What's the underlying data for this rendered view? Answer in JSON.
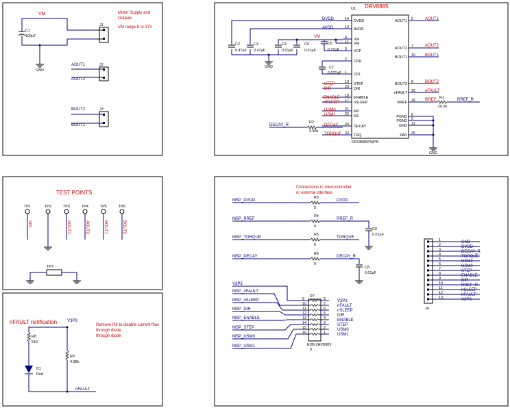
{
  "power": {
    "vm": "VM",
    "note_line1": "Motor Supply and",
    "note_line2": "Outputs",
    "note_line3": "VM range 8 to 37V",
    "c1_ref": "C1",
    "c1_val": "100µF",
    "j1": "J1",
    "j2": "J2",
    "j3": "J3",
    "aout1": "AOUT1",
    "aout2": "AOUT2",
    "bout2": "BOUT2",
    "bout1": "BOUT1",
    "gnd": "GND"
  },
  "driver": {
    "u1": "U1",
    "part": "DRV8885",
    "package": "DRV8885PWPR",
    "dvdd": "DVDD",
    "avdd": "AVDD",
    "vm": "VM",
    "caps": {
      "c2": "C2",
      "c2v": "0.47µF",
      "c3": "C3",
      "c3v": "0.47µF",
      "c4": "C4",
      "c4v": "0.01µF",
      "c5": "C5",
      "c5v": "0.01µF",
      "c6": "C6",
      "c6v": "0.22µF",
      "c7": "C7",
      "c7v": "0.022µF"
    },
    "left_pins": [
      {
        "num": "14",
        "name": "DVDD"
      },
      {
        "num": "13",
        "name": "AVDD"
      },
      {
        "num": "4",
        "name": "VM"
      },
      {
        "num": "11",
        "name": "VM"
      },
      {
        "num": "3",
        "name": "VCP"
      },
      {
        "num": "2",
        "name": "CPH"
      },
      {
        "num": "1",
        "name": "CPL"
      },
      {
        "num": "19",
        "name": "STEP"
      },
      {
        "num": "20",
        "name": "DIR"
      },
      {
        "num": "18",
        "name": "ENABLE"
      },
      {
        "num": "17",
        "name": "nSLEEP"
      },
      {
        "num": "21",
        "name": "M0"
      },
      {
        "num": "22",
        "name": "M1"
      },
      {
        "num": "24",
        "name": "DECAY"
      },
      {
        "num": "23",
        "name": "TRQ"
      }
    ],
    "right_pins": [
      {
        "num": "5",
        "name": "AOUT1"
      },
      {
        "num": "7",
        "name": "AOUT2"
      },
      {
        "num": "10",
        "name": "BOUT1"
      },
      {
        "num": "8",
        "name": "BOUT2"
      },
      {
        "num": "15",
        "name": "nFAULT"
      },
      {
        "num": "16",
        "name": "RREF"
      },
      {
        "num": "6",
        "name": "PGND"
      },
      {
        "num": "9",
        "name": "PGND"
      },
      {
        "num": "12",
        "name": "GND"
      },
      {
        "num": "25",
        "name": "PAD"
      }
    ],
    "nets": {
      "step": "STEP",
      "dir": "DIR",
      "enable": "ENABLE",
      "nsleep": "nSLEEP",
      "usm0": "USM0",
      "usm1": "USM1",
      "decay": "DECAY",
      "torque": "TORQUE",
      "decay_r": "DECAY_R",
      "aout1": "AOUT1",
      "aout2": "AOUT2",
      "bout1": "BOUT1",
      "bout2": "BOUT2",
      "nfault": "nFAULT",
      "rref": "RREF",
      "rref_r": "RREF_R",
      "gnd": "GND"
    },
    "r1": "R1",
    "r1v": "20.0k",
    "r2": "R2",
    "r2v": "4.99k"
  },
  "testpoints": {
    "title": "TEST POINTS",
    "tps": [
      {
        "ref": "TP1",
        "net": "VM"
      },
      {
        "ref": "TP2",
        "net": ""
      },
      {
        "ref": "TP3",
        "net": "AOUT1"
      },
      {
        "ref": "TP4",
        "net": "AOUT2"
      },
      {
        "ref": "TP5",
        "net": "BOUT1"
      },
      {
        "ref": "TP6",
        "net": "BOUT2"
      }
    ],
    "tp7": "TP7"
  },
  "nfault": {
    "title": "nFAULT notification",
    "v3p3": "V3P3",
    "note_line1": "Remove R8 to disable current flow",
    "note_line2": "through diode",
    "r8": "R8",
    "r8v": "510",
    "d1": "D1",
    "d1v": "Red",
    "r9": "R9",
    "r9v": "4.99k",
    "net": "nFAULT"
  },
  "mcu": {
    "note_line1": "Connections to microcontroller",
    "note_line2": "or external interface",
    "rows": [
      {
        "left": "MSP_DVDD",
        "ref": "R3",
        "val": "0",
        "right": "DVDD"
      },
      {
        "left": "MSP_RREF",
        "ref": "R4",
        "val": "0",
        "right": "RREF_R"
      },
      {
        "left": "MSP_TORQUE",
        "ref": "R5",
        "val": "0",
        "right": "TORQUE"
      },
      {
        "left": "MSP_DECAY",
        "ref": "R6",
        "val": "0",
        "right": "DECAY_R"
      }
    ],
    "c9": "C9",
    "c9v": "0.01µF",
    "c8": "C8",
    "c8v": "0.01µF",
    "v3p3": "V3P3",
    "left_nets": [
      "MSP_nFAULT",
      "MSP_nSLEEP",
      "MSP_DIR",
      "MSP_ENABLE",
      "MSP_STEP",
      "MSP_USM0",
      "MSP_USM1"
    ],
    "r7": "R7",
    "r7_part": "EXB-2HV000V",
    "r7_val": "0",
    "r7_left_pins": [
      "9",
      "10",
      "11",
      "12",
      "13",
      "14",
      "15",
      "16"
    ],
    "r7_right_pins": [
      "8",
      "7",
      "6",
      "5",
      "4",
      "3",
      "2",
      "1"
    ],
    "right_nets": [
      "V3P3",
      "nFAULT",
      "nSLEEP",
      "DIR",
      "ENABLE",
      "STEP",
      "USM0",
      "USM1"
    ]
  },
  "header": {
    "ref": "J4",
    "pins": [
      {
        "num": "1",
        "net": "GND"
      },
      {
        "num": "2",
        "net": "DVDD"
      },
      {
        "num": "3",
        "net": "DECAY_R"
      },
      {
        "num": "4",
        "net": "TORQUE"
      },
      {
        "num": "5",
        "net": "USM1"
      },
      {
        "num": "6",
        "net": "USM0"
      },
      {
        "num": "7",
        "net": "STEP"
      },
      {
        "num": "8",
        "net": "ENABLE"
      },
      {
        "num": "9",
        "net": "DIR"
      },
      {
        "num": "10",
        "net": "RREF_R"
      },
      {
        "num": "11",
        "net": "nSLEEP"
      },
      {
        "num": "12",
        "net": "nFAULT"
      },
      {
        "num": "13",
        "net": "V3P3"
      }
    ]
  }
}
